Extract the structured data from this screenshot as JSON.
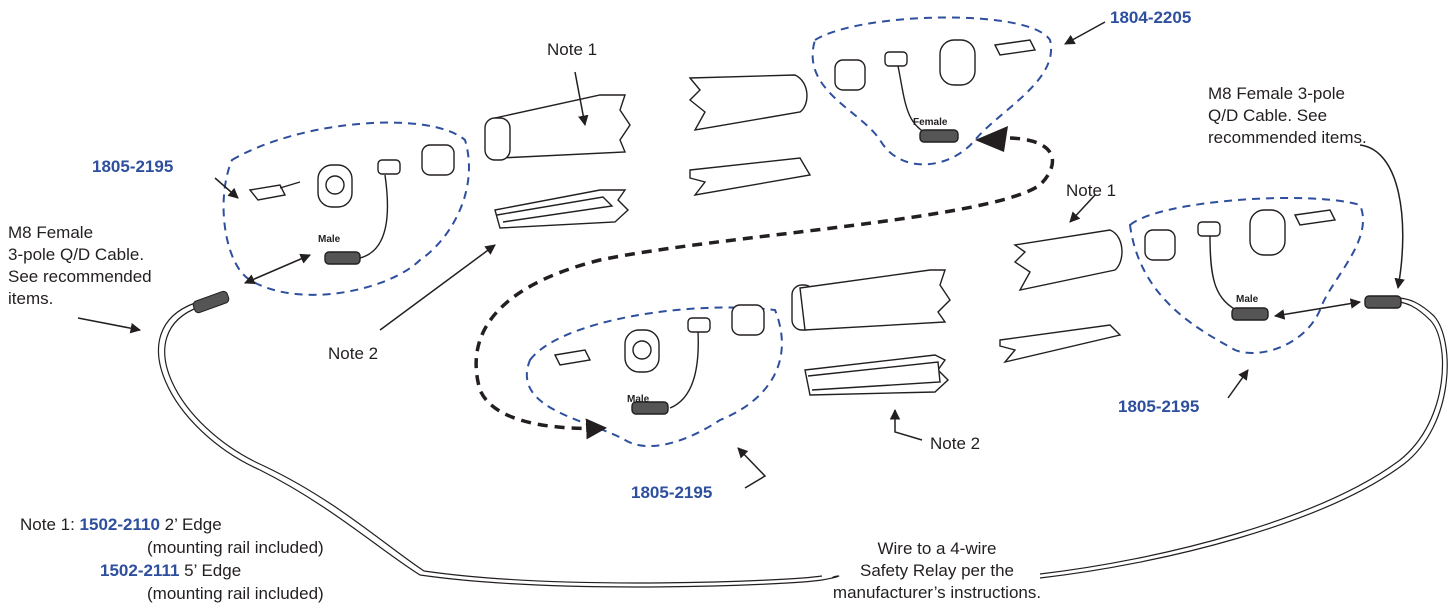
{
  "part_numbers": {
    "top_right": "1804-2205",
    "left": "1805-2195",
    "middle_bottom": "1805-2195",
    "right": "1805-2195"
  },
  "notes": {
    "note1_top": "Note 1",
    "note1_right": "Note 1",
    "note2_left": "Note 2",
    "note2_bottom": "Note 2"
  },
  "connector_tags": {
    "female": "Female",
    "male_left": "Male",
    "male_middle": "Male",
    "male_right": "Male"
  },
  "callouts": {
    "left_cable": [
      "M8 Female",
      "3-pole Q/D Cable.",
      "See recommended",
      "items."
    ],
    "right_cable": [
      "M8 Female 3-pole",
      "Q/D Cable. See",
      "recommended items."
    ],
    "relay": [
      "Wire to a 4-wire",
      "Safety Relay per the",
      "manufacturer’s instructions."
    ]
  },
  "legend": {
    "prefix": "Note 1: ",
    "items": [
      {
        "part": "1502-2110",
        "desc": " 2’ Edge",
        "sub": "(mounting rail included)"
      },
      {
        "part": "1502-2111",
        "desc": " 5’ Edge",
        "sub": "(mounting rail included)"
      }
    ]
  },
  "colors": {
    "part_number": "#2e4f9e",
    "outline_dashed": "#2e4f9e",
    "ink": "#231f20"
  }
}
